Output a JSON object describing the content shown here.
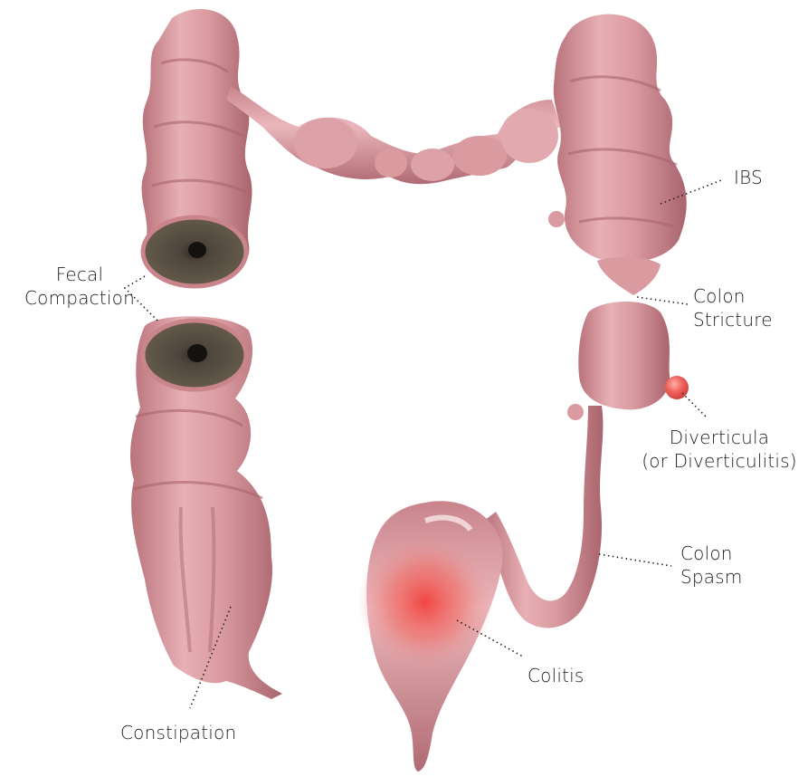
{
  "diagram": {
    "labels": {
      "ibs": {
        "line1": "IBS"
      },
      "fecal_compaction": {
        "line1": "Fecal",
        "line2": "Compaction"
      },
      "colon_stricture": {
        "line1": "Colon",
        "line2": "Stricture"
      },
      "diverticula": {
        "line1": "Diverticula",
        "line2": "(or Diverticulitis)"
      },
      "colon_spasm": {
        "line1": "Colon",
        "line2": "Spasm"
      },
      "colitis": {
        "line1": "Colitis"
      },
      "constipation": {
        "line1": "Constipation"
      }
    },
    "colors": {
      "tissue": "#d99aa0",
      "tissue_dark": "#b9727b",
      "tissue_light": "#f2c9cc",
      "stool": "#4e463c",
      "inflamed": "#f0504a",
      "diverticulum": "#f0605a",
      "leader": "#222222"
    }
  }
}
